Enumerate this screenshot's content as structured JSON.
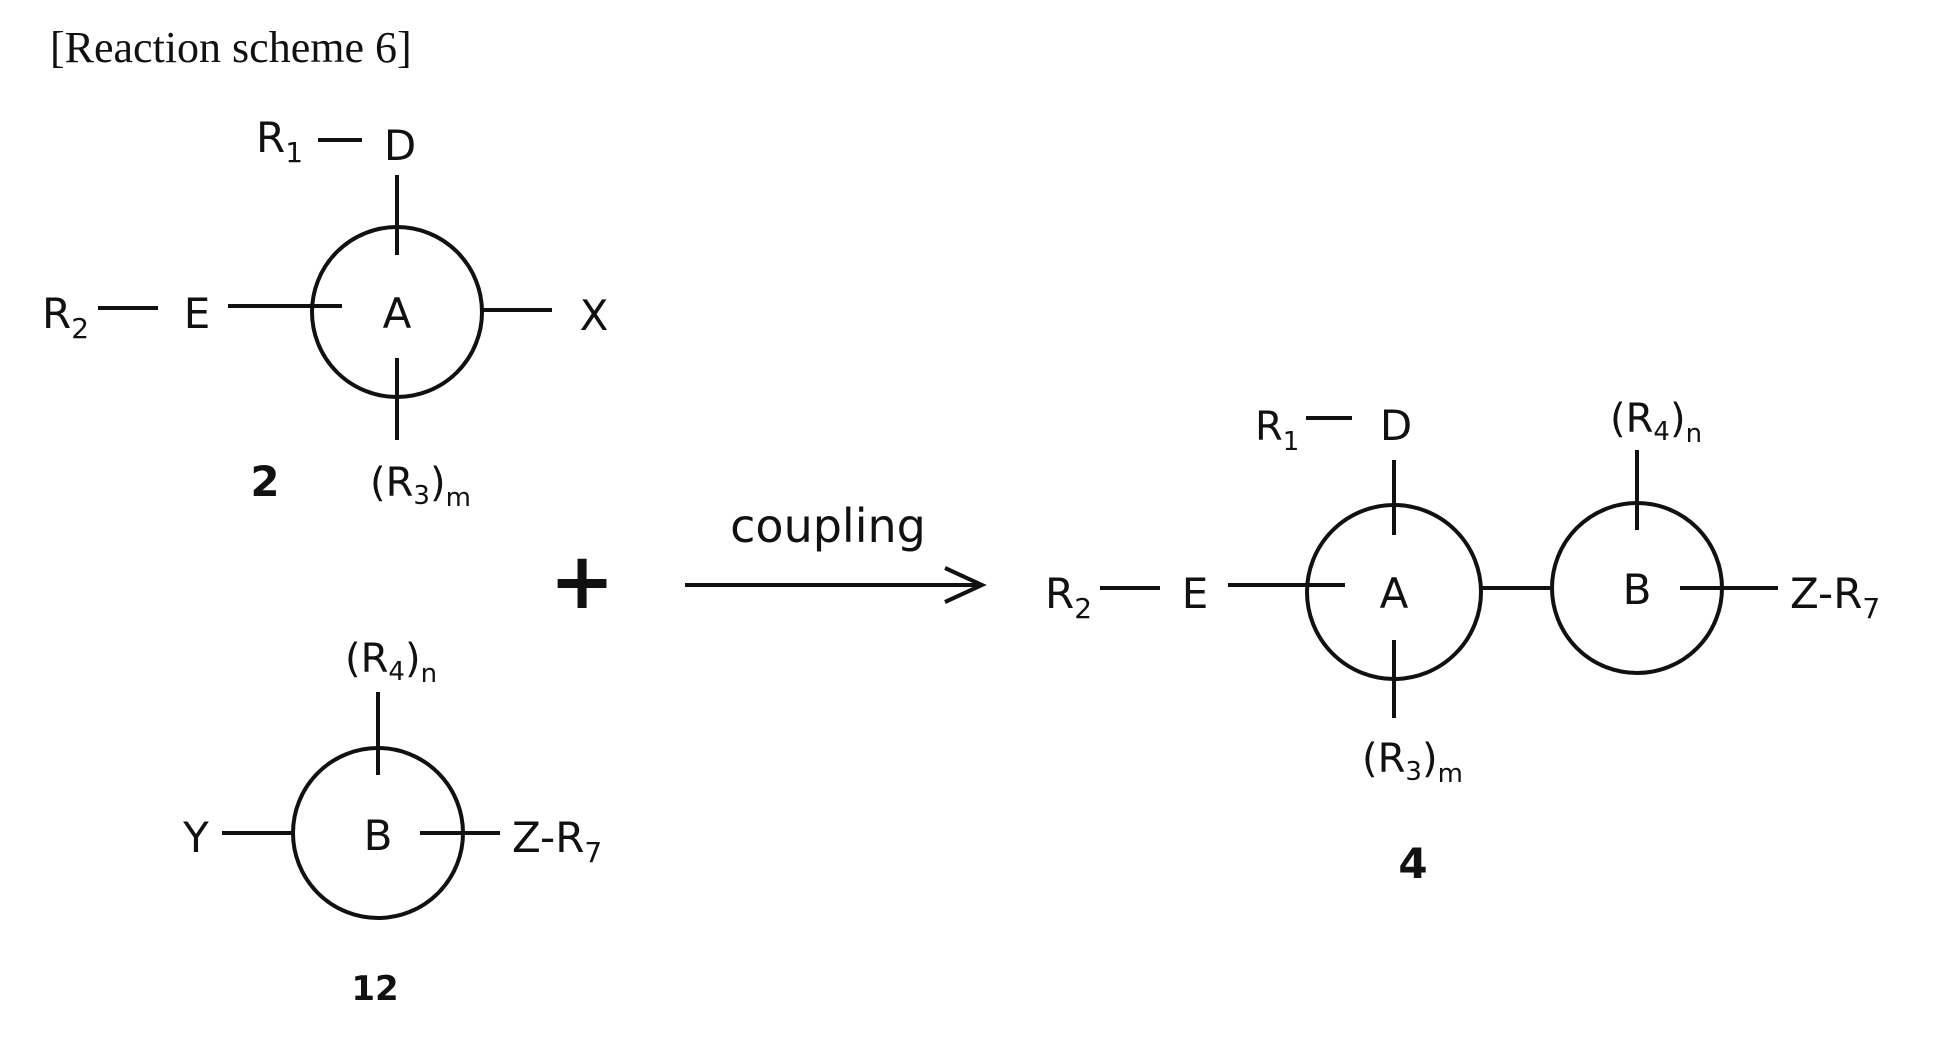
{
  "title": "[Reaction scheme 6]",
  "compound_2": {
    "label": "2",
    "ring": "A",
    "sub_top": {
      "r": "R",
      "r_sub": "1",
      "atom": "D"
    },
    "sub_left": {
      "r": "R",
      "r_sub": "2",
      "atom": "E"
    },
    "sub_right": "X",
    "sub_bottom": {
      "open": "(R",
      "sub": "3",
      "close": ")",
      "index": "m"
    }
  },
  "plus": "+",
  "arrow": {
    "label": "coupling"
  },
  "compound_12": {
    "label": "12",
    "ring": "B",
    "sub_top": {
      "open": "(R",
      "sub": "4",
      "close": ")",
      "index": "n"
    },
    "sub_left": "Y",
    "sub_right": {
      "prefix": "Z-R",
      "sub": "7"
    }
  },
  "compound_4": {
    "label": "4",
    "ring_a": "A",
    "ring_b": "B",
    "sub_top_a": {
      "r": "R",
      "r_sub": "1",
      "atom": "D"
    },
    "sub_left": {
      "r": "R",
      "r_sub": "2",
      "atom": "E"
    },
    "sub_bottom_a": {
      "open": "(R",
      "sub": "3",
      "close": ")",
      "index": "m"
    },
    "sub_top_b": {
      "open": "(R",
      "sub": "4",
      "close": ")",
      "index": "n"
    },
    "sub_right": {
      "prefix": "Z-R",
      "sub": "7"
    }
  }
}
